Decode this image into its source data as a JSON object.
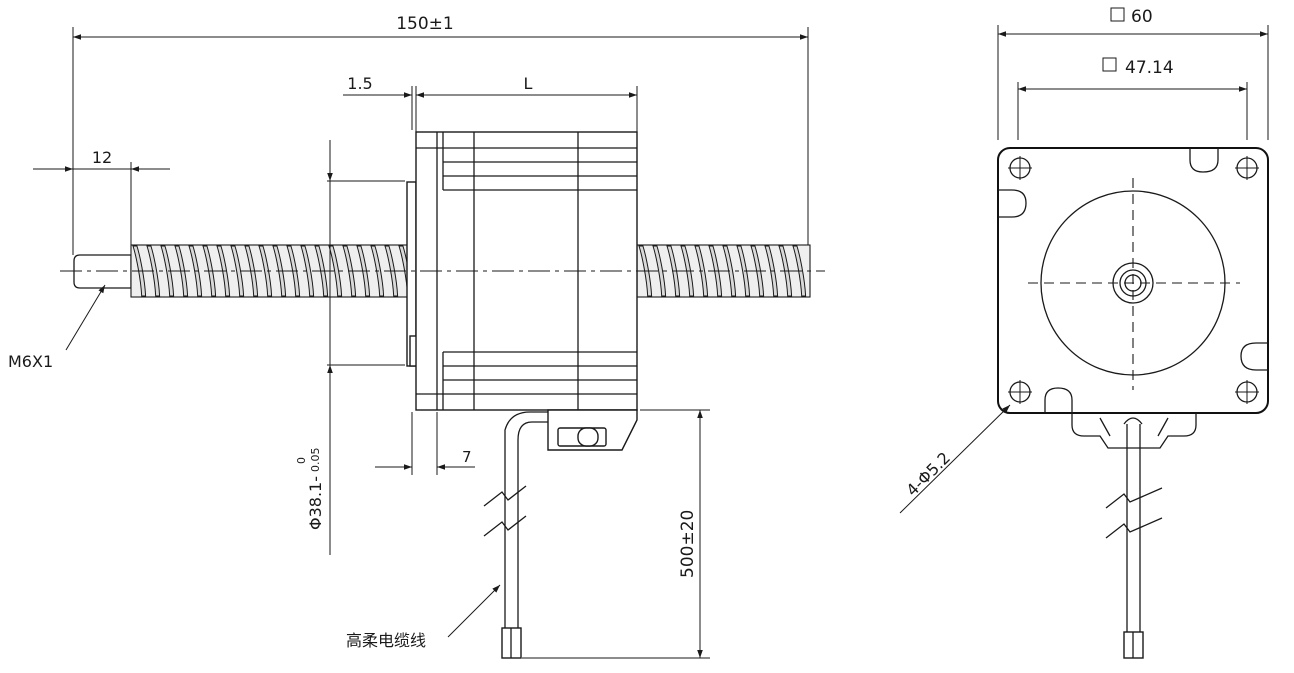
{
  "dimensions": {
    "total_length": "150±1",
    "flange": "1.5",
    "body_length": "L",
    "shaft_end": "12",
    "thread_spec": "M6X1",
    "pilot_dia_main": "Φ38.1-",
    "pilot_tol_upper": "0",
    "pilot_tol_lower": "0.05",
    "pilot_depth": "7",
    "cable_length": "500±20",
    "frame_size": "60",
    "hole_spacing": "47.14",
    "mount_holes": "4-Φ5.2"
  },
  "labels": {
    "cable": "高柔电缆线"
  }
}
